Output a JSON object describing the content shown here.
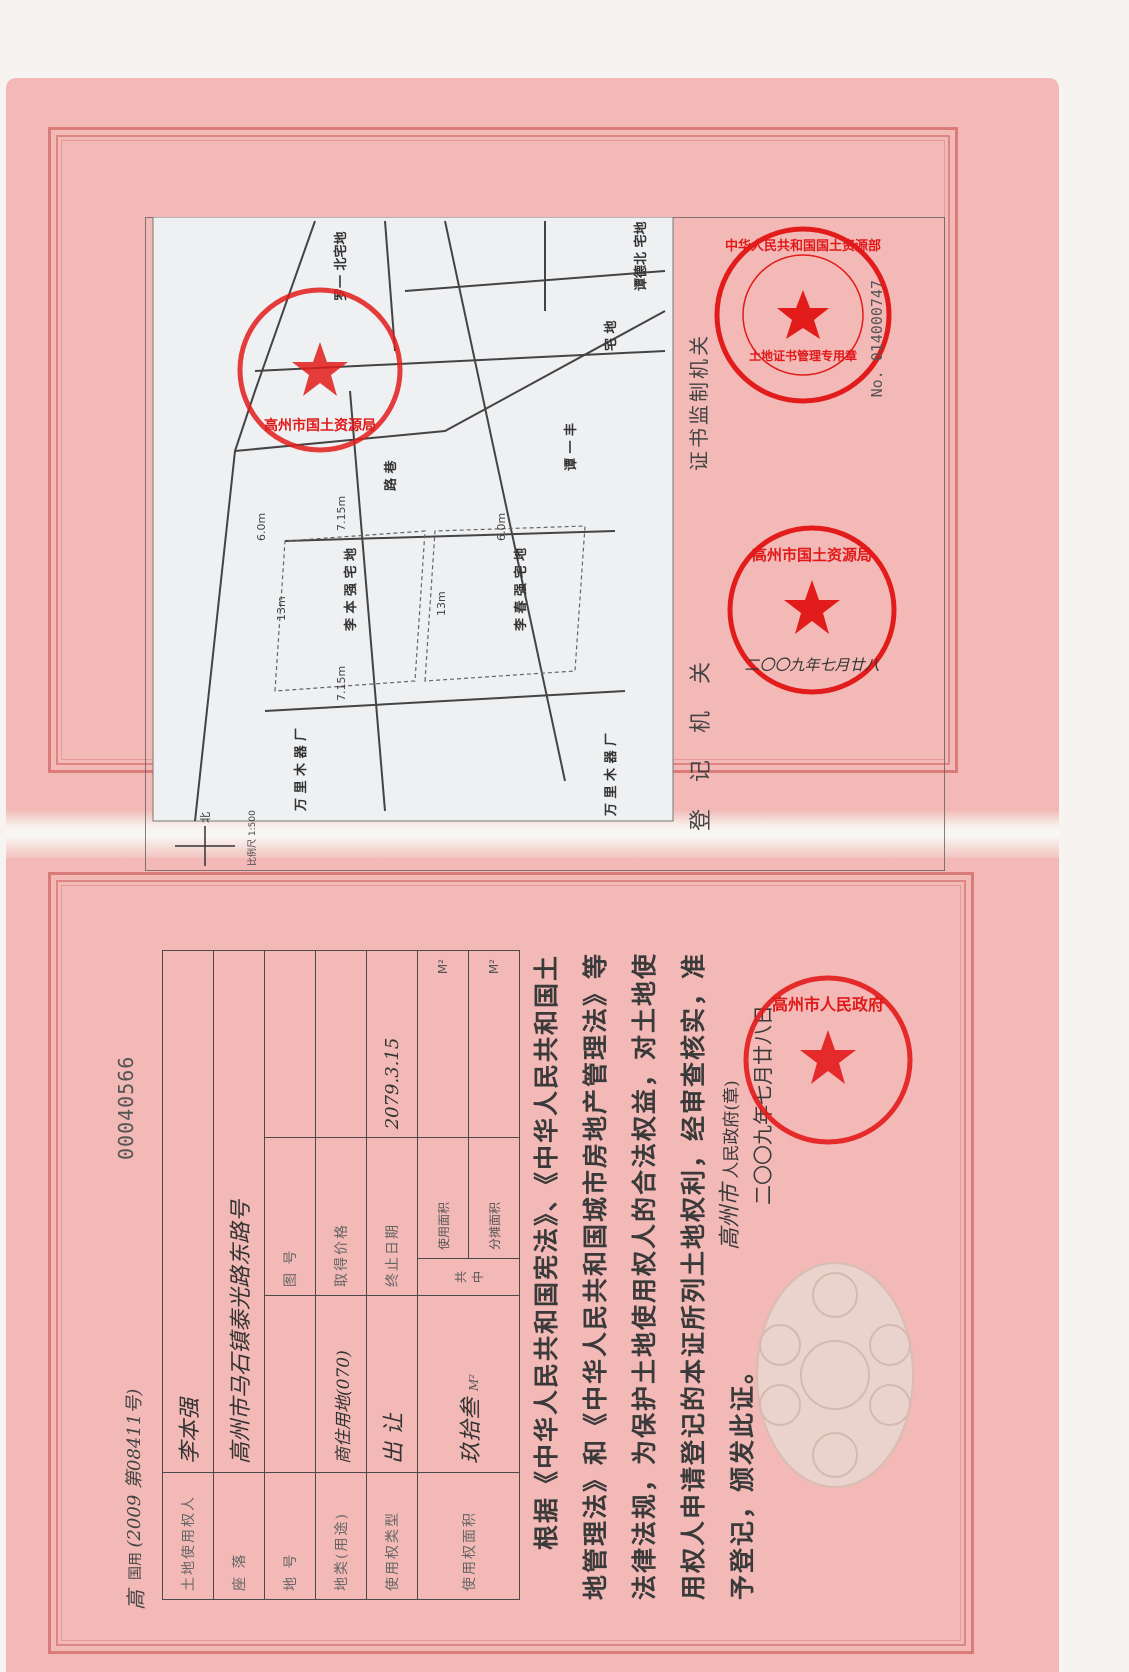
{
  "certificate": {
    "cert_prefix": "高",
    "cert_type": "国用",
    "cert_number_hand": "(2009 第08411号)",
    "serial_no": "00040566",
    "labels": {
      "holder": "土地使用权人",
      "location": "座 落",
      "parcel_no": "地 号",
      "map_no": "图 号",
      "land_use": "地类(用途)",
      "acquire_price": "取得价格",
      "right_type": "使用权类型",
      "expiry": "终止日期",
      "area": "使用权面积",
      "shared": "共",
      "shared2": "中",
      "use_area": "使用面积",
      "apportioned_area": "分摊面积",
      "unit": "M²"
    },
    "values": {
      "holder": "李本强",
      "location": "高州市马石镇泰光路东路号",
      "land_use": "商住用地(070)",
      "right_type": "出 让",
      "area": "玖拾叁",
      "expiry": "2079.3.15"
    },
    "legal_text": "根据《中华人民共和国宪法》、《中华人民共和国土地管理法》和《中华人民共和国城市房地产管理法》等法律法规，为保护土地使用权人的合法权益，对土地使用权人申请登记的本证所列土地权利，经审查核实，准予登记，颁发此证。",
    "issuer_hand": "高州市",
    "issuer": "人民政府(章)",
    "date": "二〇〇九年七月廿八日",
    "gov_seal": "高州市人民政府"
  },
  "registration": {
    "reg_office_label": "登 记 机 关",
    "supervision_label": "证书监制机关",
    "bureau_seal": "高州市国土资源局",
    "bureau_seal_date": "二〇〇九年七月廿八",
    "ministry_seal": "中华人民共和国国土资源部",
    "ministry_sub": "土地证书管理专用章",
    "ministry_code": "No. 014000747",
    "overlap_seal": "高州市国土资源局"
  },
  "map": {
    "labels": [
      "万 里 木 器 厂",
      "万 里 木 器 厂",
      "李 本 强 宅 地",
      "李 春 强 宅 地",
      "谭 一 丰",
      "宅 地",
      "路 巷",
      "罗一 北宅地",
      "谭德北 宅地"
    ],
    "dims": [
      "13m",
      "13m",
      "7.15m",
      "7.15m",
      "6.0m",
      "6.0m"
    ],
    "compass": "北",
    "scale": "比例尺 1:500"
  }
}
